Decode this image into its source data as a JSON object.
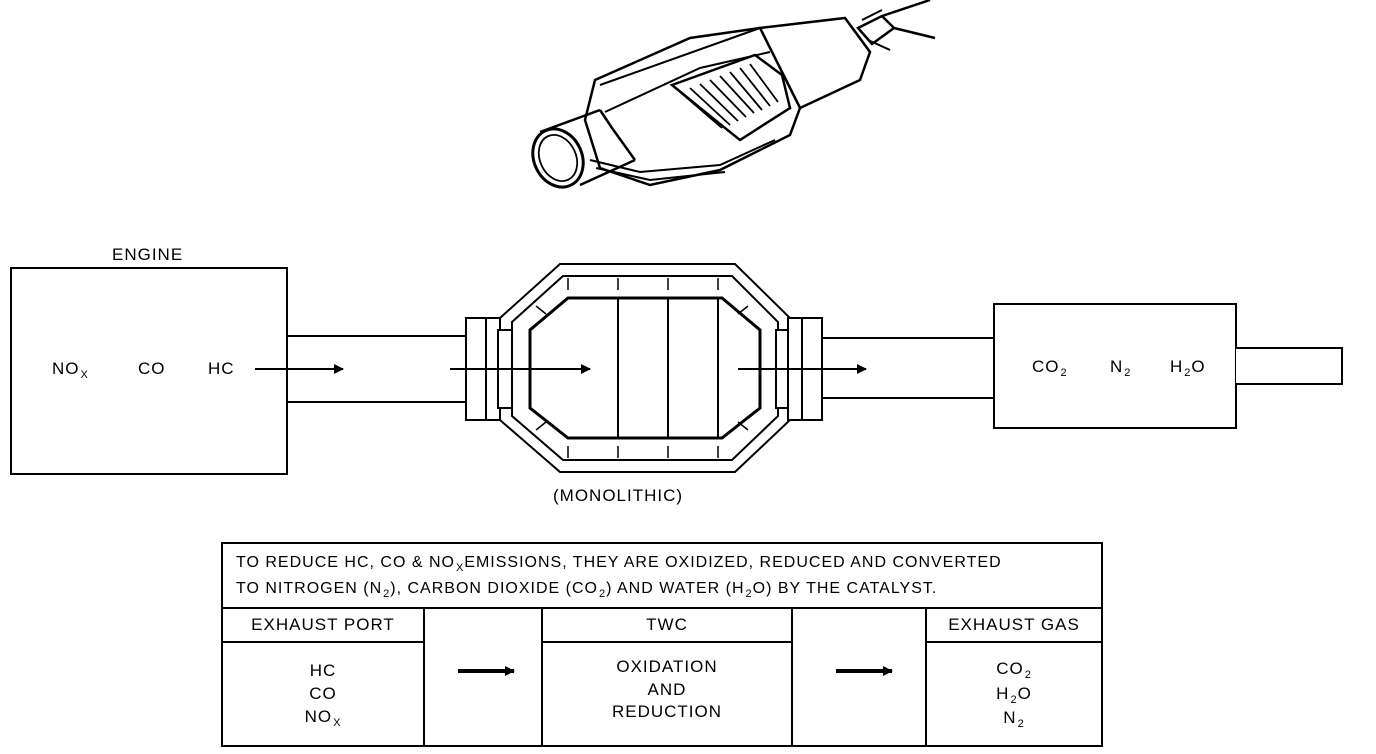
{
  "diagram": {
    "engine_label": "ENGINE",
    "engine_gases": [
      {
        "base": "NO",
        "sub": "X"
      },
      {
        "base": "CO",
        "sub": ""
      },
      {
        "base": "HC",
        "sub": ""
      }
    ],
    "converter_label": "(MONOLITHIC)",
    "output_gases": [
      {
        "base": "CO",
        "sub": "2"
      },
      {
        "base": "N",
        "sub": "2"
      },
      {
        "base": "H",
        "sub": "2",
        "after": "O"
      }
    ]
  },
  "table": {
    "caption_line1_a": "TO REDUCE HC, CO & NO",
    "caption_line1_sub": "X",
    "caption_line1_b": "EMISSIONS, THEY ARE OXIDIZED, REDUCED AND CONVERTED",
    "caption_line2_a": "TO NITROGEN (N",
    "caption_line2_sub1": "2",
    "caption_line2_b": "), CARBON DIOXIDE (CO",
    "caption_line2_sub2": "2",
    "caption_line2_c": ") AND WATER (H",
    "caption_line2_sub3": "2",
    "caption_line2_d": "O) BY THE CATALYST.",
    "col1_header": "EXHAUST PORT",
    "col1_items": [
      {
        "base": "HC",
        "sub": ""
      },
      {
        "base": "CO",
        "sub": ""
      },
      {
        "base": "NO",
        "sub": "X"
      }
    ],
    "col2_header": "TWC",
    "col2_lines": [
      "OXIDATION",
      "AND",
      "REDUCTION"
    ],
    "col3_header": "EXHAUST GAS",
    "col3_items": [
      {
        "base": "CO",
        "sub": "2",
        "after": ""
      },
      {
        "base": "H",
        "sub": "2",
        "after": "O"
      },
      {
        "base": "N",
        "sub": "2",
        "after": ""
      }
    ]
  }
}
